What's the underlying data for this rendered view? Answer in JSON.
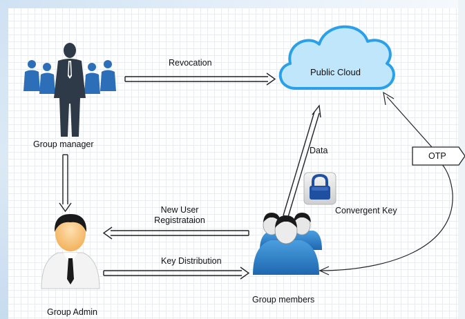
{
  "nodes": {
    "group_manager": "Group manager",
    "public_cloud": "Public Cloud",
    "group_admin": "Group Admin",
    "group_members": "Group members",
    "convergent_key": "Convergent Key"
  },
  "edges": {
    "revocation": "Revocation",
    "data": "Data",
    "otp": "OTP",
    "new_user_line1": "New User",
    "new_user_line2": "Registrataion",
    "key_distribution": "Key Distribution"
  },
  "colors": {
    "cloud_fill": "#bfe6fb",
    "cloud_stroke": "#2aa0e8",
    "person_blue": "#2c6fb8",
    "manager_suit": "#2f3a48",
    "lock_blue": "#1f4fa0"
  },
  "icons": [
    "people-group-icon",
    "manager-icon",
    "cloud-icon",
    "admin-person-icon",
    "members-group-icon",
    "lock-icon"
  ]
}
